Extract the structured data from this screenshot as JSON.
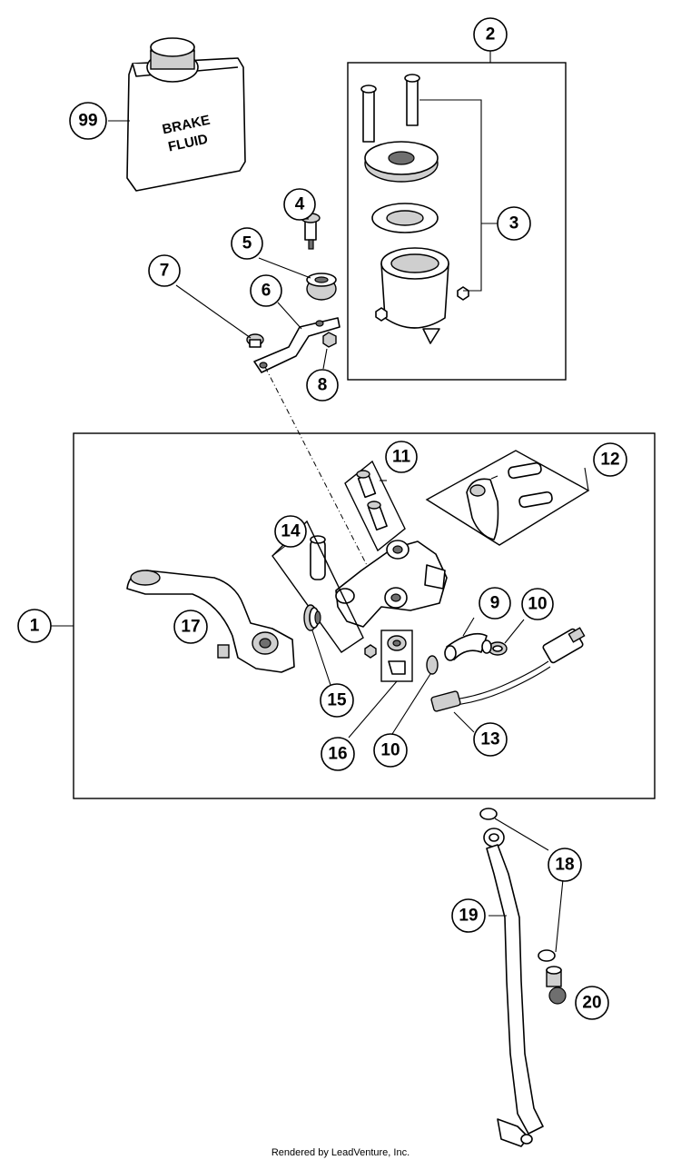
{
  "diagram": {
    "bottle_label_line1": "BRAKE",
    "bottle_label_line2": "FLUID",
    "credit": "Rendered by LeadVenture, Inc.",
    "callouts": {
      "c1": "1",
      "c2": "2",
      "c3": "3",
      "c4": "4",
      "c5": "5",
      "c6": "6",
      "c7": "7",
      "c8": "8",
      "c9": "9",
      "c10a": "10",
      "c10b": "10",
      "c11": "11",
      "c12": "12",
      "c13": "13",
      "c14": "14",
      "c15": "15",
      "c16": "16",
      "c17": "17",
      "c18": "18",
      "c19": "19",
      "c20": "20",
      "c99": "99"
    }
  }
}
